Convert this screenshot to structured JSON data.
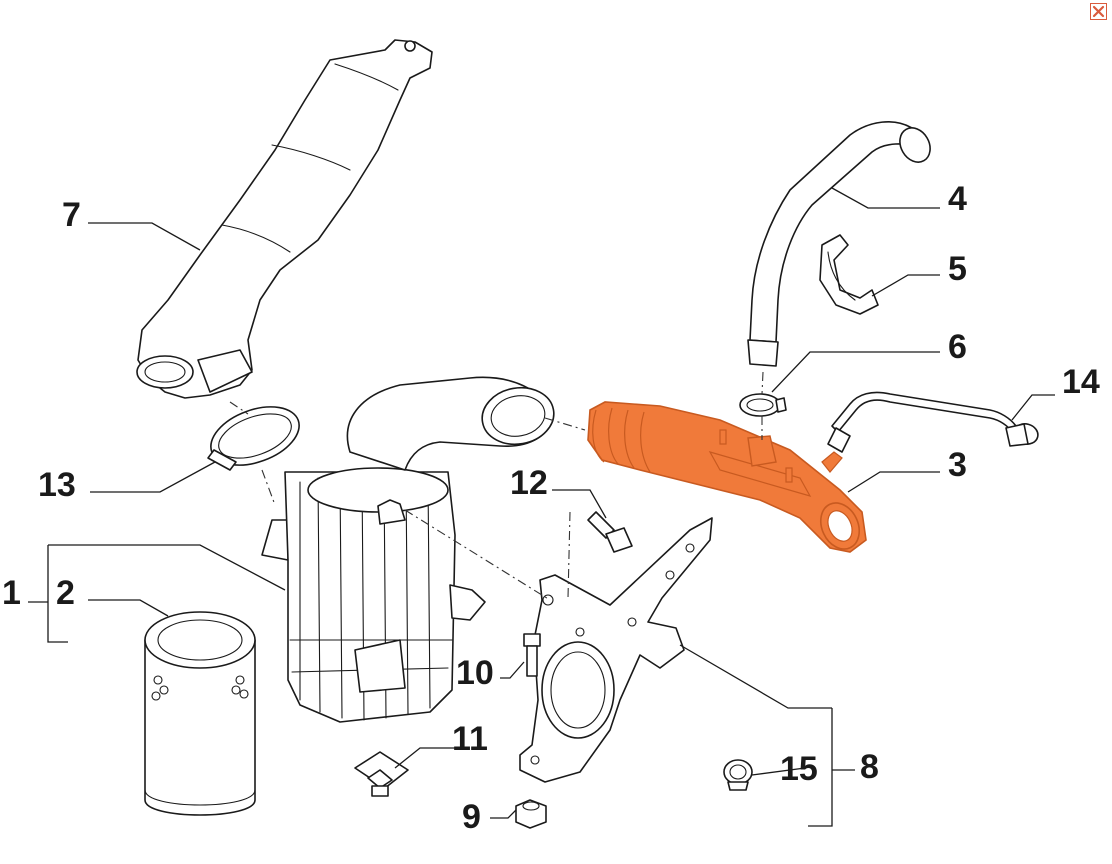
{
  "window": {
    "close_label": "Close"
  },
  "colors": {
    "highlight": "#f07a3a",
    "highlight_dark": "#c85a20",
    "line": "#1a1a1a",
    "close_icon": "#d95a3c"
  },
  "callouts": {
    "c1": "1",
    "c2": "2",
    "c3": "3",
    "c4": "4",
    "c5": "5",
    "c6": "6",
    "c7": "7",
    "c8": "8",
    "c9": "9",
    "c10": "10",
    "c11": "11",
    "c12": "12",
    "c13": "13",
    "c14": "14",
    "c15": "15"
  }
}
